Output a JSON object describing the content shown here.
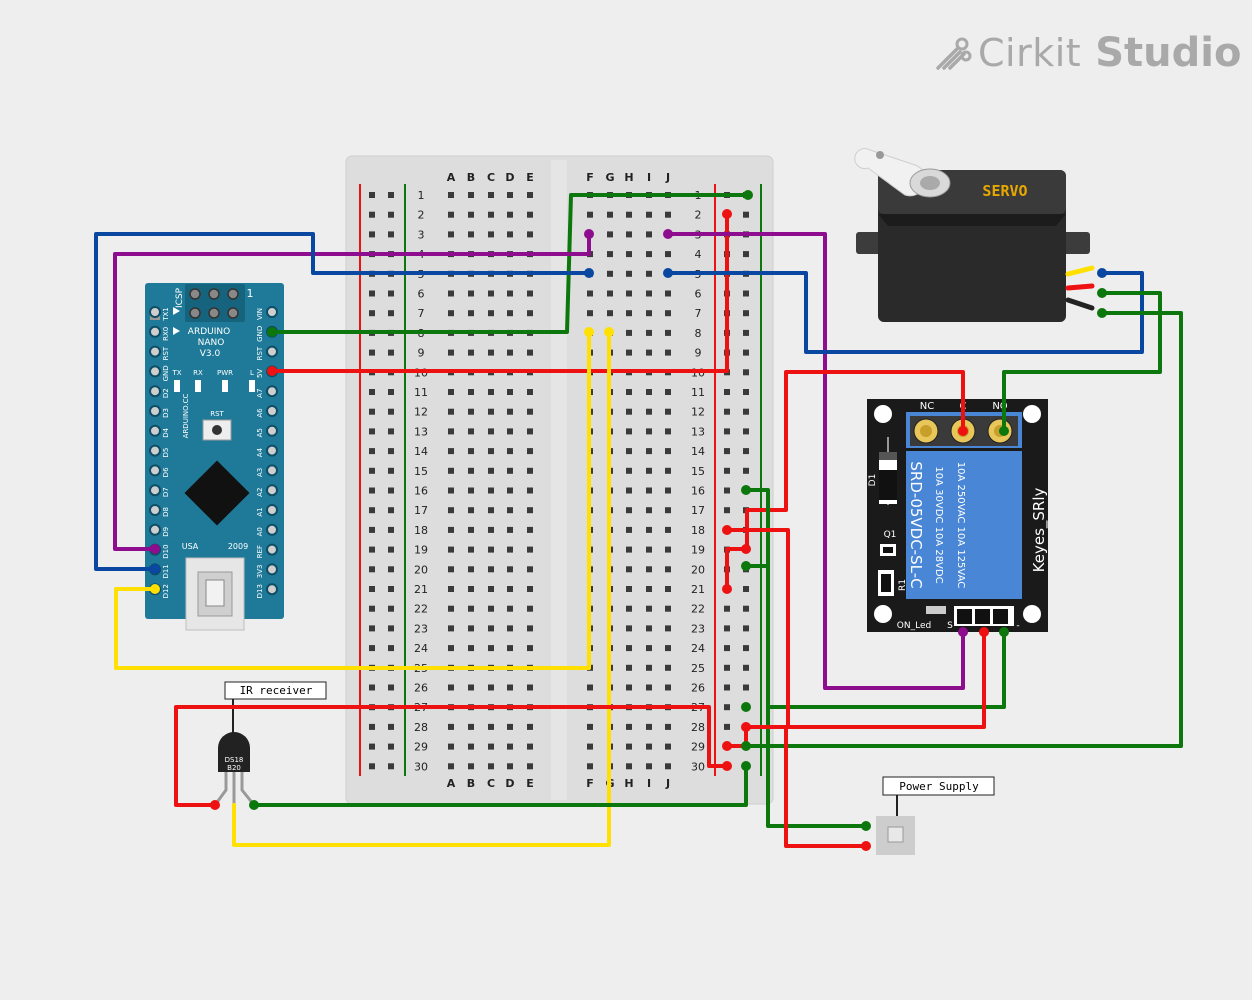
{
  "branding": {
    "name": "Cirkit",
    "product": "Studio"
  },
  "breadboard": {
    "left_columns": [
      "A",
      "B",
      "C",
      "D",
      "E"
    ],
    "right_columns": [
      "F",
      "G",
      "H",
      "I",
      "J"
    ],
    "row_count": 30
  },
  "arduino": {
    "name_line1": "ARDUINO",
    "name_line2": "NANO",
    "version": "V3.0",
    "icsp": "ICSP",
    "pin1": "1",
    "led_tx": "TX",
    "led_rx": "RX",
    "led_pwr": "PWR",
    "led_l": "L",
    "rst": "RST",
    "site": "ARDUINO.CC",
    "usa": "USA",
    "year": "2009",
    "left_pins": [
      "TX1",
      "RX0",
      "RST",
      "GND",
      "D2",
      "D3",
      "D4",
      "D5",
      "D6",
      "D7",
      "D8",
      "D9",
      "D10",
      "D11",
      "D12"
    ],
    "right_pins": [
      "VIN",
      "GND",
      "RST",
      "5V",
      "A7",
      "A6",
      "A5",
      "A4",
      "A3",
      "A2",
      "A1",
      "A0",
      "REF",
      "3V3",
      "D13"
    ]
  },
  "servo": {
    "label": "SERVO"
  },
  "relay": {
    "nc": "NC",
    "c": "C",
    "no": "NO",
    "d1": "D1",
    "q1": "Q1",
    "r1": "R1",
    "on_led": "ON_Led",
    "s": "S",
    "minus": "-",
    "spec_line1": "10A 250VAC  10A 125VAC",
    "spec_line2": "10A 30VDC  10A 28VDC",
    "model": "SRD-05VDC-SL-C",
    "brand": "Keyes_SRly"
  },
  "ir_sensor": {
    "title": "IR receiver",
    "chip_line1": "DS18",
    "chip_line2": "B20"
  },
  "power_supply": {
    "title": "Power Supply"
  },
  "colors": {
    "red": "#ee1111",
    "green": "#0c770c",
    "blue": "#0a47a0",
    "purple": "#8e0d8e",
    "yellow": "#ffe000",
    "board": "#1f7a99"
  }
}
